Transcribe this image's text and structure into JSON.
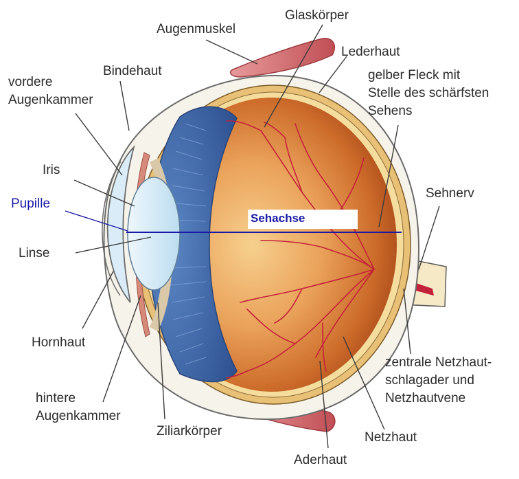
{
  "labels": {
    "glaskoerper": "Glaskörper",
    "augenmuskel": "Augenmuskel",
    "lederhaut": "Lederhaut",
    "bindehaut": "Bindehaut",
    "vordere_augenkammer": [
      "vordere",
      "Augenkammer"
    ],
    "gelber_fleck": [
      "gelber Fleck mit",
      "Stelle des schärfsten",
      "Sehens"
    ],
    "iris": "Iris",
    "sehnerv": "Sehnerv",
    "pupille": "Pupille",
    "sehachse": "Sehachse",
    "linse": "Linse",
    "hornhaut": "Hornhaut",
    "zentrale_netzhaut": [
      "zentrale Netzhaut-",
      "schlagader und",
      "Netzhautvene"
    ],
    "hintere_augenkammer": [
      "hintere",
      "Augenkammer"
    ],
    "ziliarkoerper": "Ziliarkörper",
    "netzhaut": "Netzhaut",
    "aderhaut": "Aderhaut"
  },
  "colors": {
    "label_text": "#2b2b2b",
    "pupille_label": "#1a1aa6",
    "axis": "#1a1aa6",
    "sclera": "#f4f1e6",
    "choroid": "#e0b56a",
    "vitreous_light": "#f1c27e",
    "vitreous_dark": "#b5541c",
    "iris_blue": "#3d68ad",
    "lens": "#d6ebf6",
    "muscle": "#cf6264",
    "vessel": "#c4213a"
  }
}
